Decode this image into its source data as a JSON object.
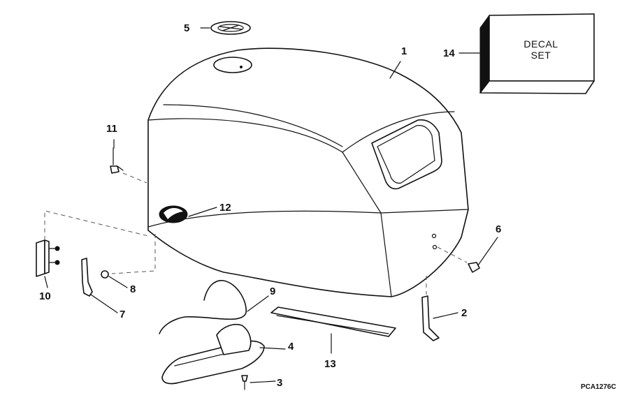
{
  "callouts": [
    {
      "id": "1",
      "text": "1"
    },
    {
      "id": "2",
      "text": "2"
    },
    {
      "id": "3",
      "text": "3"
    },
    {
      "id": "4",
      "text": "4"
    },
    {
      "id": "5",
      "text": "5"
    },
    {
      "id": "6",
      "text": "6"
    },
    {
      "id": "7",
      "text": "7"
    },
    {
      "id": "8",
      "text": "8"
    },
    {
      "id": "9",
      "text": "9"
    },
    {
      "id": "10",
      "text": "10"
    },
    {
      "id": "11",
      "text": "11"
    },
    {
      "id": "12",
      "text": "12"
    },
    {
      "id": "13",
      "text": "13"
    },
    {
      "id": "14",
      "text": "14"
    }
  ],
  "decal_box": {
    "line1": "DECAL",
    "line2": "SET"
  },
  "figure_code": "PCA1276C"
}
